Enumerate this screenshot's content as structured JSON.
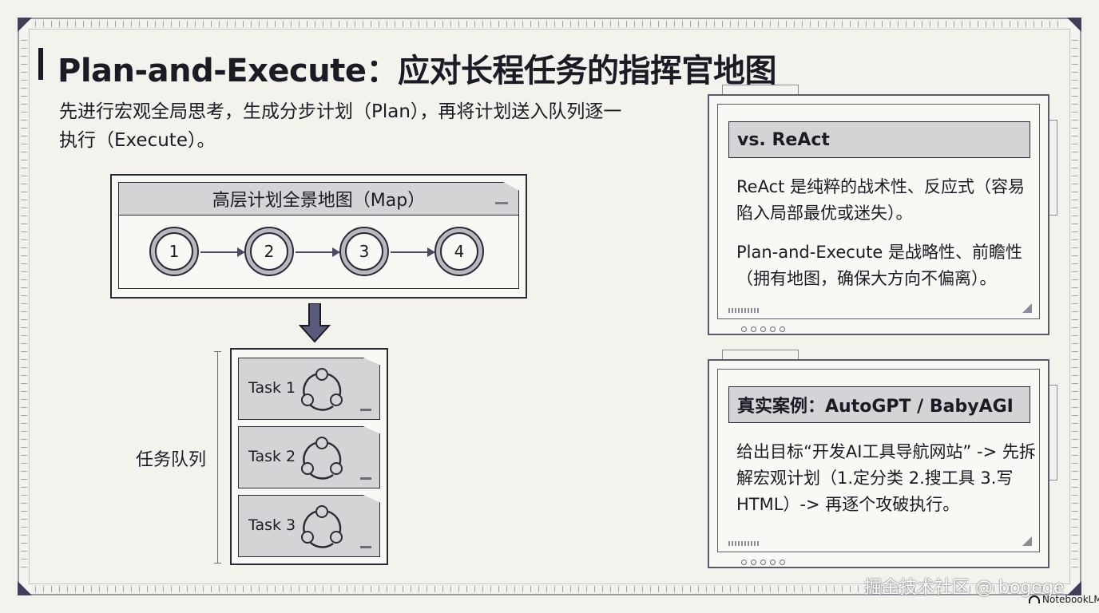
{
  "header": {
    "title": "Plan-and-Execute：应对长程任务的指挥官地图",
    "subtitle": "先进行宏观全局思考，生成分步计划（Plan），再将计划送入队列逐一执行（Execute）。"
  },
  "map": {
    "title": "高层计划全景地图（Map）",
    "steps": [
      "1",
      "2",
      "3",
      "4"
    ]
  },
  "queue": {
    "label": "任务队列",
    "tasks": [
      "Task 1",
      "Task 2",
      "Task 3"
    ]
  },
  "cards": {
    "react": {
      "title": "vs. ReAct",
      "paragraphs": [
        "ReAct 是纯粹的战术性、反应式（容易陷入局部最优或迷失）。",
        "Plan-and-Execute 是战略性、前瞻性（拥有地图，确保大方向不偏离）。"
      ]
    },
    "case": {
      "title": "真实案例：AutoGPT / BabyAGI",
      "paragraphs": [
        "给出目标“开发AI工具导航网站” -> 先拆解宏观计划（1.定分类 2.搜工具 3.写HTML）-> 再逐个攻破执行。"
      ]
    }
  },
  "watermark": "掘金技术社区 @ bogege",
  "brand": "NotebookLM",
  "colors": {
    "background": "#f3f2ec",
    "panel": "#d4d4d6",
    "ink": "#1b1b25",
    "arrow": "#4a4a66"
  }
}
